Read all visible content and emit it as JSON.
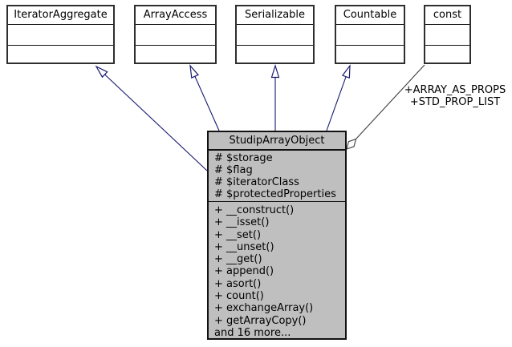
{
  "diagram": {
    "interfaces": [
      {
        "label": "IteratorAggregate"
      },
      {
        "label": "ArrayAccess"
      },
      {
        "label": "Serializable"
      },
      {
        "label": "Countable"
      },
      {
        "label": "const"
      }
    ],
    "class": {
      "title": "StudipArrayObject",
      "attributes": [
        "# $storage",
        "# $flag",
        "# $iteratorClass",
        "# $protectedProperties"
      ],
      "methods": [
        "+ __construct()",
        "+ __isset()",
        "+ __set()",
        "+ __unset()",
        "+ __get()",
        "+ append()",
        "+ asort()",
        "+ count()",
        "+ exchangeArray()",
        "+ getArrayCopy()",
        "and 16 more..."
      ]
    },
    "aggregation": {
      "labels": [
        "+ARRAY_AS_PROPS",
        "+STD_PROP_LIST"
      ]
    },
    "colors": {
      "inheritance_line": "#191970",
      "aggregation_line": "#3d3d3d",
      "class_fill": "#bfbfbf",
      "interface_fill": "#ffffff",
      "border": "#2e2e2e"
    }
  }
}
